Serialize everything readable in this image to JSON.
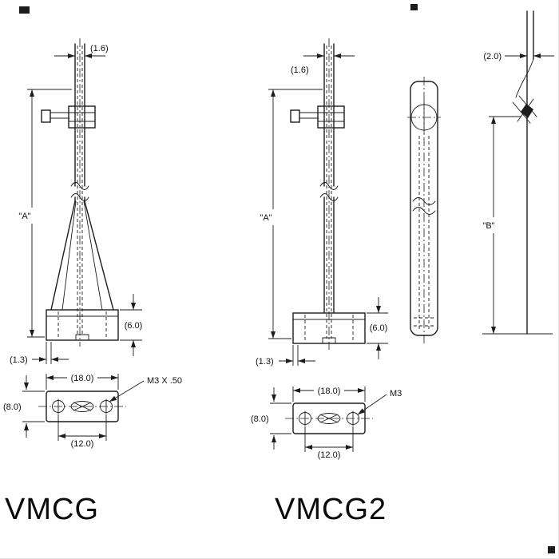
{
  "parts": {
    "part1": {
      "name": "VMCG",
      "dim_top_width": "(1.6)",
      "dim_height": "\"A\"",
      "dim_base_height": "(6.0)",
      "dim_base_offset": "(1.3)",
      "dim_base_width": "(18.0)",
      "dim_base_depth": "(8.0)",
      "dim_hole_spacing": "(12.0)",
      "thread_callout": "M3 X .50"
    },
    "part2": {
      "name": "VMCG2",
      "dim_top_width": "(1.6)",
      "dim_height": "\"A\"",
      "dim_base_height": "(6.0)",
      "dim_base_offset": "(1.3)",
      "dim_base_width": "(18.0)",
      "dim_base_depth": "(8.0)",
      "dim_hole_spacing": "(12.0)",
      "thread_callout": "M3"
    },
    "side_view": {
      "dim_depth": "(2.0)",
      "dim_height": "\"B\""
    }
  },
  "colors": {
    "ink": "#1c1c1c",
    "background": "#ffffff"
  }
}
